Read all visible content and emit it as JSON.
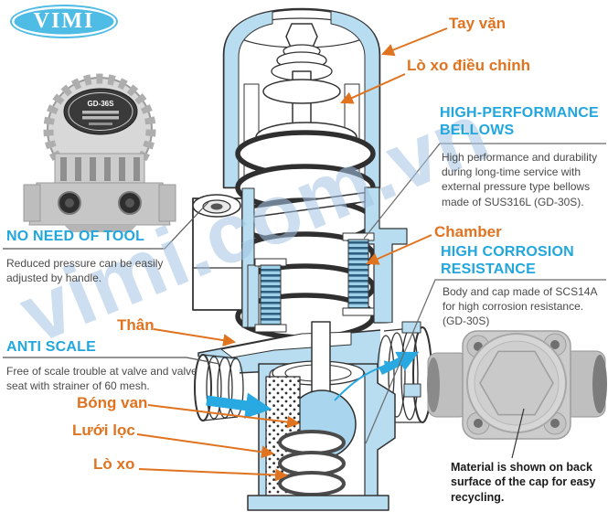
{
  "logo": {
    "text": "VIMI"
  },
  "watermark": "vimi.com.vn",
  "product_label": {
    "model": "GD-36S"
  },
  "labels": {
    "tay_van": "Tay vặn",
    "lo_xo_dieu_chinh": "Lò xo điều chỉnh",
    "chamber": "Chamber",
    "than": "Thân",
    "bong_van": "Bóng van",
    "luoi_loc": "Lưới lọc",
    "lo_xo": "Lò xo"
  },
  "features": {
    "bellows": {
      "heading": "HIGH-PERFORMANCE BELLOWS",
      "body": "High performance and durability during long-time service with external pressure type bellows made of SUS316L (GD-30S)."
    },
    "no_tool": {
      "heading": "NO NEED OF TOOL",
      "body": "Reduced pressure can be easily adjusted by handle."
    },
    "anti_scale": {
      "heading": "ANTI SCALE",
      "body": "Free of scale trouble at valve and valve seat with strainer of 60 mesh."
    },
    "corrosion": {
      "heading": "HIGH CORROSION RESISTANCE",
      "body": "Body and cap made of SCS14A for high corrosion resistance. (GD-30S)"
    }
  },
  "notes": {
    "material": "Material is shown on back surface of the cap for easy recycling."
  },
  "icons": {
    "flow_in": "arrow-right",
    "flow_out": "arrow-up-right",
    "leader": "arrow-pointer"
  },
  "colors": {
    "accent_orange": "#E0731F",
    "accent_cyan": "#21A7DE",
    "diagram_fill": "#B8DDF1",
    "arrow_blue": "#29A9E1",
    "logo_blue": "#4FBCE6"
  }
}
